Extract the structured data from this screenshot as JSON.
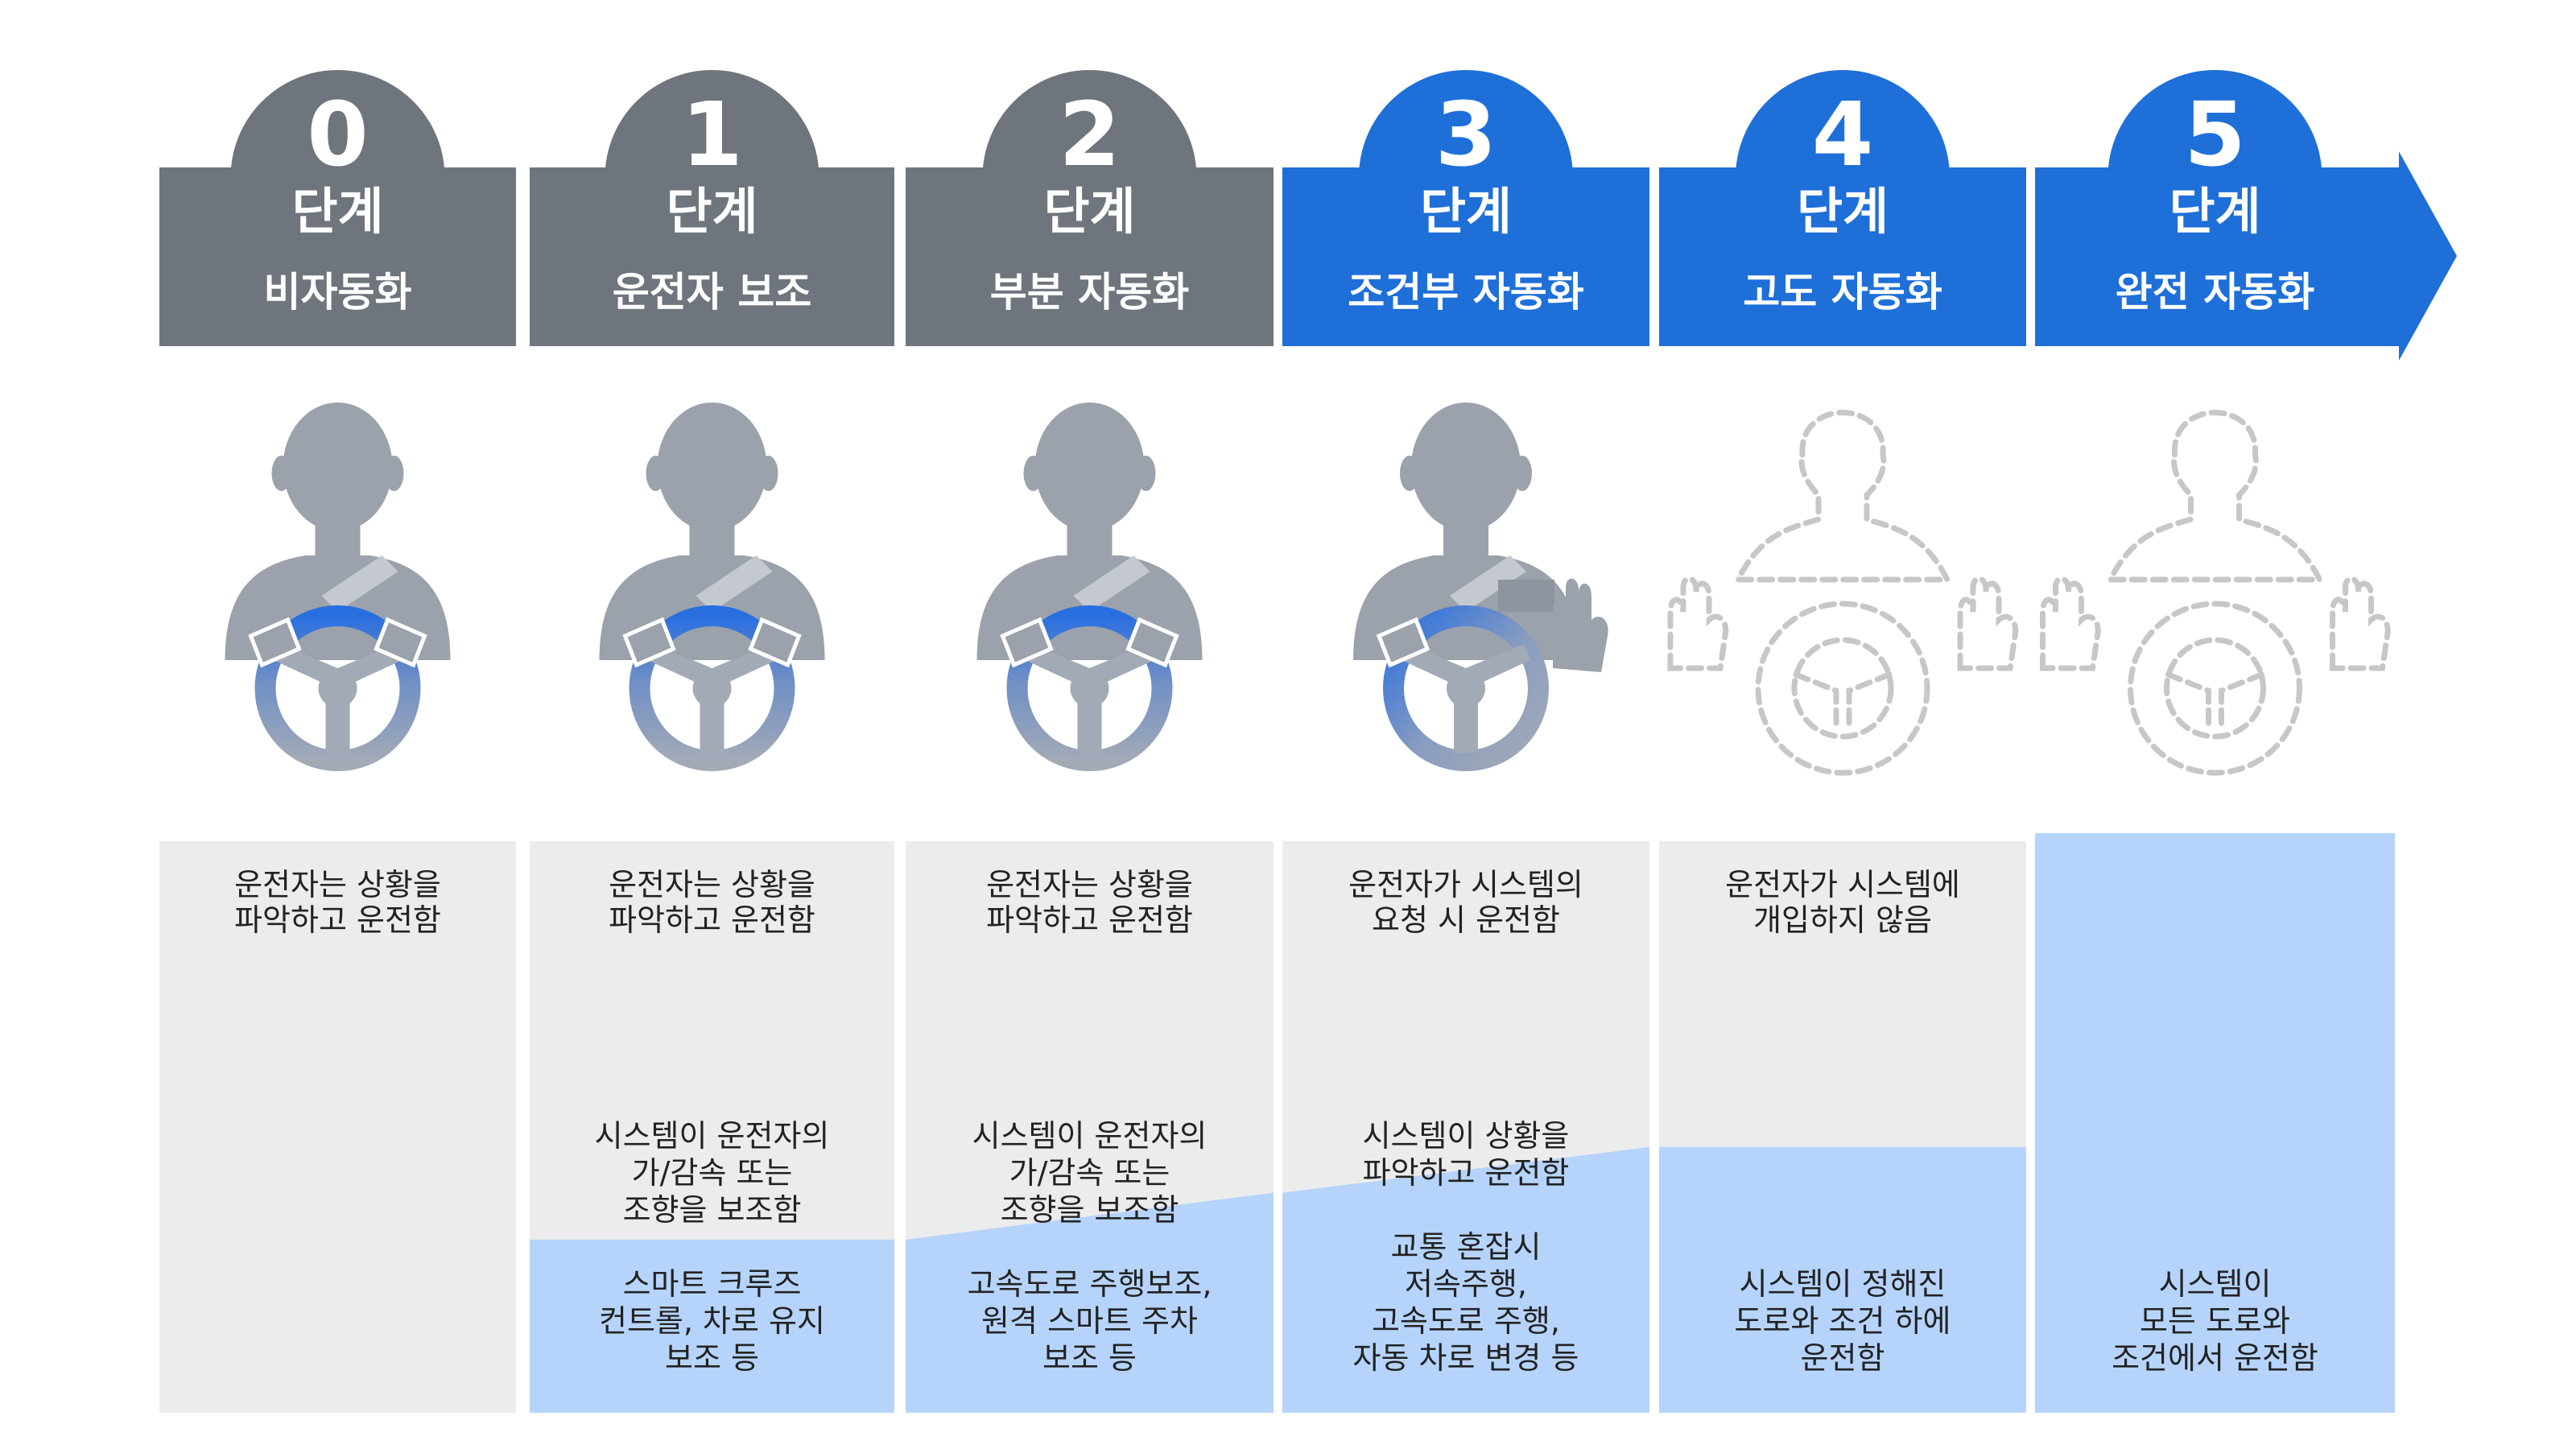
{
  "colors": {
    "gray_header": "#6f757d",
    "blue_header": "#1f6fd9",
    "gray_panel": "#ececec",
    "blue_panel": "#b6d4fb",
    "person": "#9ba2ac",
    "dashed": "#c7c7c7",
    "wheel_top": "#2a6fe0"
  },
  "levels": [
    {
      "number": "0",
      "word": "단계",
      "name": "비자동화",
      "icon": "driver-hands-on-wheel-icon",
      "driver_text": [
        "운전자는 상황을",
        "파악하고 운전함"
      ],
      "system_text": [],
      "system_share": 0
    },
    {
      "number": "1",
      "word": "단계",
      "name": "운전자 보조",
      "icon": "driver-hands-on-wheel-icon",
      "driver_text": [
        "운전자는 상황을",
        "파악하고 운전함"
      ],
      "system_text": [
        "시스템이 운전자의",
        "가/감속 또는",
        "조향을 보조함",
        "",
        "스마트 크루즈",
        "컨트롤, 차로 유지",
        "보조 등"
      ],
      "system_share": 0.3
    },
    {
      "number": "2",
      "word": "단계",
      "name": "부분 자동화",
      "icon": "driver-hands-on-wheel-icon",
      "driver_text": [
        "운전자는 상황을",
        "파악하고 운전함"
      ],
      "system_text": [
        "시스템이 운전자의",
        "가/감속 또는",
        "조향을 보조함",
        "",
        "고속도로 주행보조,",
        "원격 스마트 주차",
        "보조 등"
      ],
      "system_share": 0.35
    },
    {
      "number": "3",
      "word": "단계",
      "name": "조건부 자동화",
      "icon": "driver-one-hand-raised-icon",
      "driver_text": [
        "운전자가 시스템의",
        "요청 시 운전함"
      ],
      "system_text": [
        "시스템이 상황을",
        "파악하고 운전함",
        "",
        "교통 혼잡시",
        "저속주행,",
        "고속도로 주행,",
        "자동 차로 변경 등"
      ],
      "system_share": 0.72
    },
    {
      "number": "4",
      "word": "단계",
      "name": "고도 자동화",
      "icon": "driver-absent-dashed-icon",
      "driver_text": [
        "운전자가 시스템에",
        "개입하지 않음"
      ],
      "system_text": [
        "시스템이 정해진",
        "도로와 조건 하에",
        "운전함"
      ],
      "system_share": 0.75
    },
    {
      "number": "5",
      "word": "단계",
      "name": "완전 자동화",
      "icon": "driver-absent-dashed-icon",
      "driver_text": [],
      "system_text": [
        "시스템이",
        "모든 도로와",
        "조건에서 운전함"
      ],
      "system_share": 1
    }
  ]
}
